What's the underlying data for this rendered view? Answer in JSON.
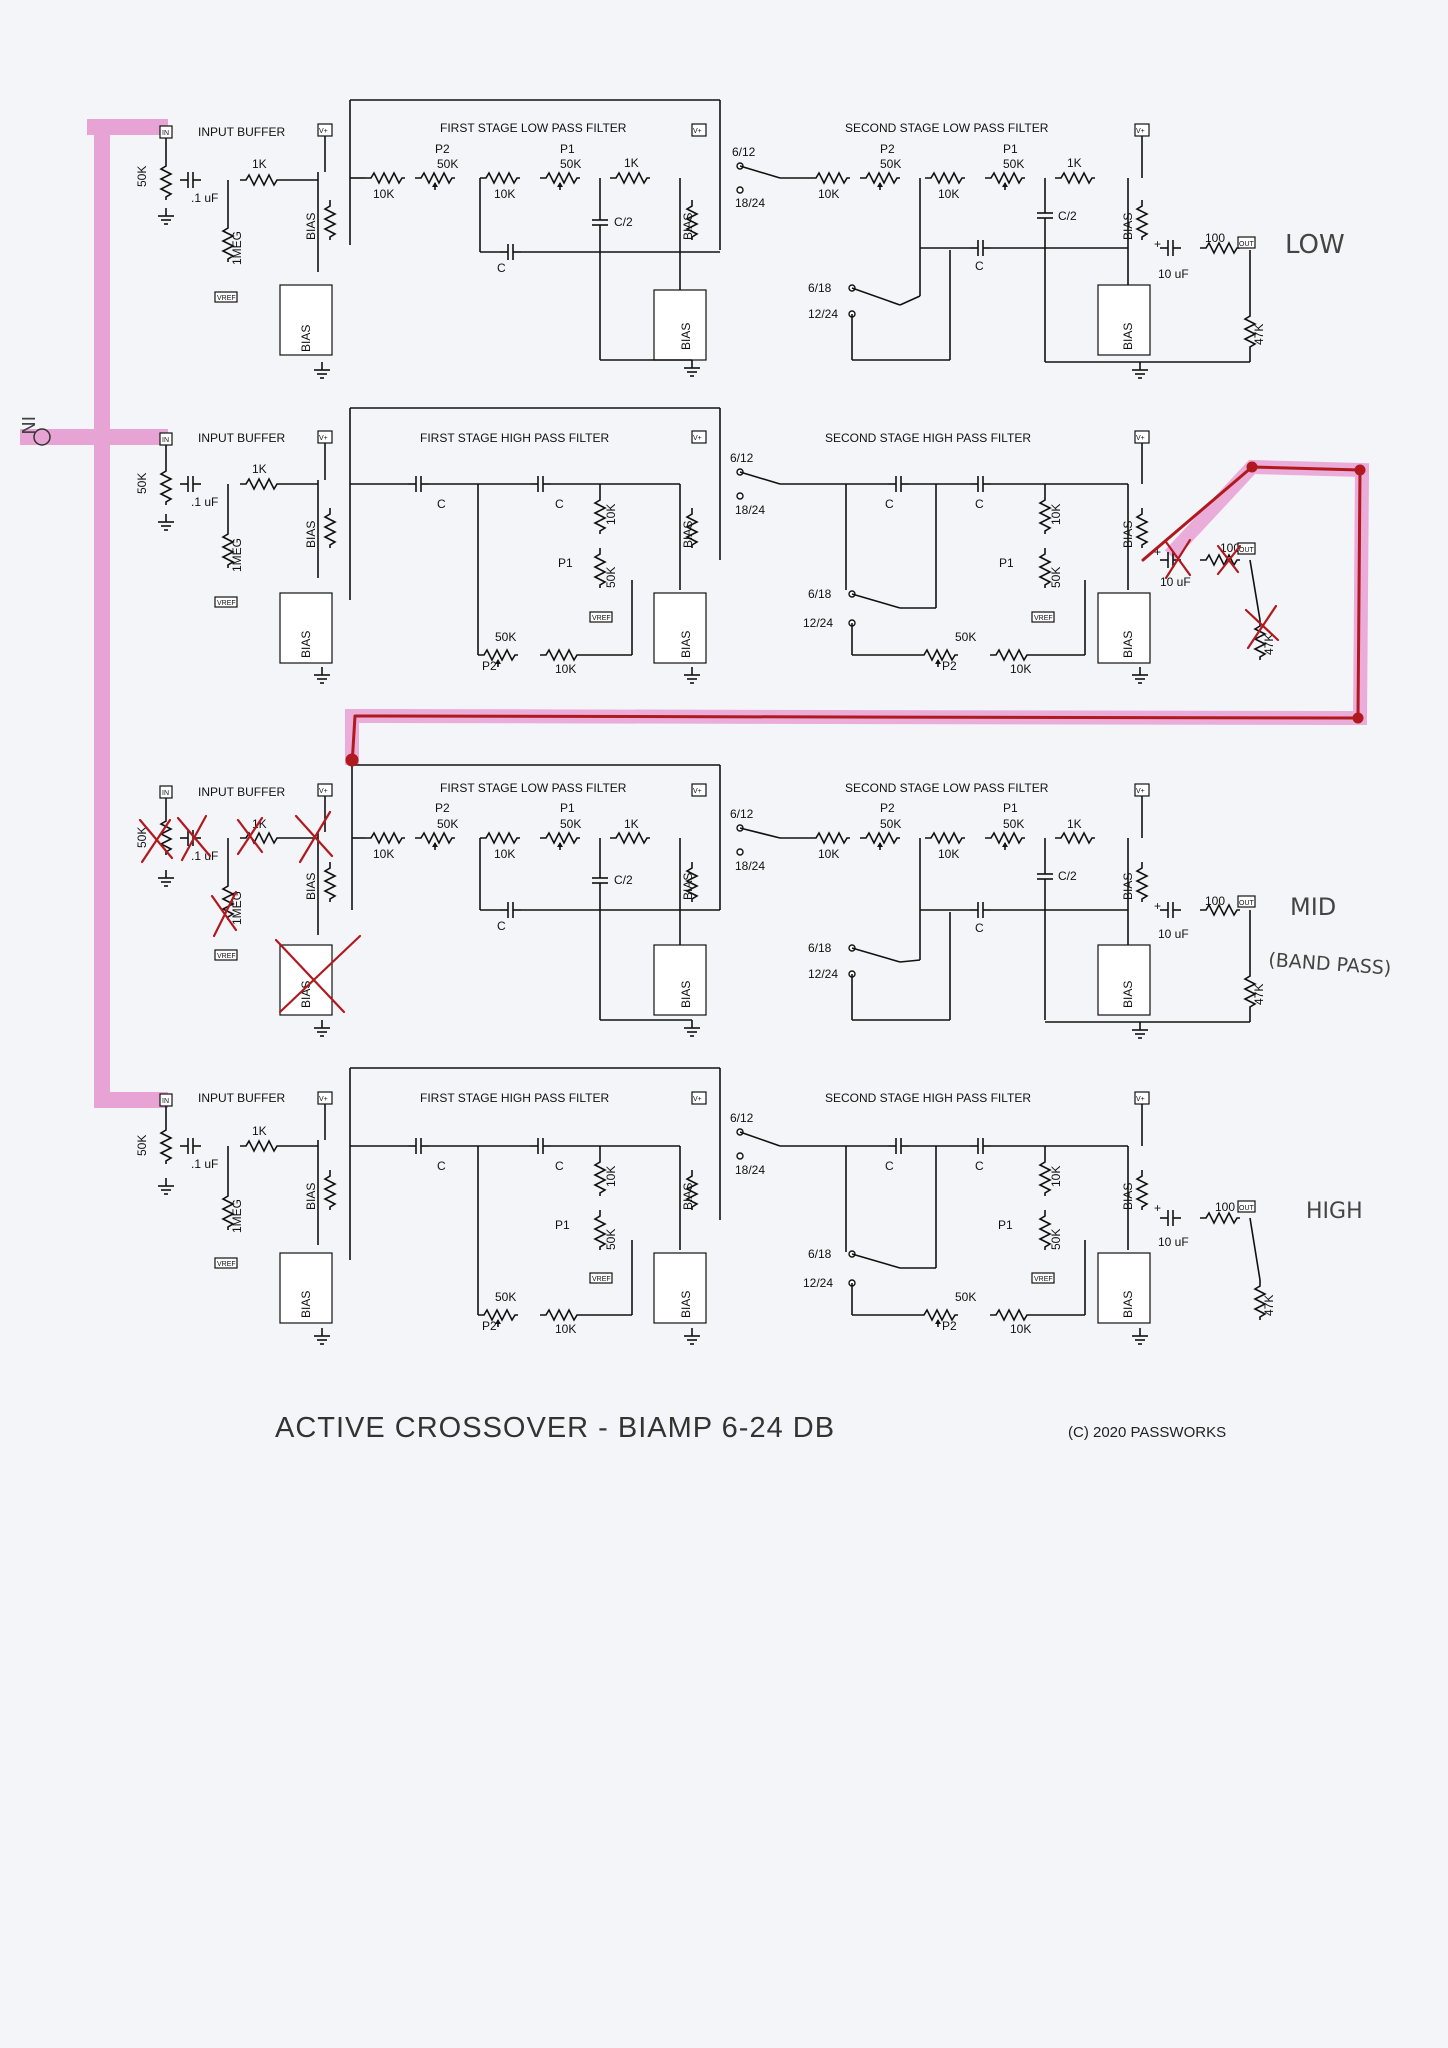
{
  "labels": {
    "in": "IN",
    "input_buffer": "INPUT BUFFER",
    "first_lp": "FIRST STAGE LOW PASS FILTER",
    "second_lp": "SECOND STAGE LOW PASS FILTER",
    "first_hp": "FIRST STAGE HIGH PASS FILTER",
    "second_hp": "SECOND STAGE HIGH PASS FILTER",
    "vplus": "V+",
    "out": "OUT",
    "vref": "VREF",
    "in_box": "IN",
    "bias": "BIAS",
    "r_50k": "50K",
    "r_1k": "1K",
    "r_10k": "10K",
    "r_1meg": "1MEG",
    "r_47k": "47K",
    "r_100": "100",
    "c_01uf": ".1 uF",
    "c_10uf": "10 uF",
    "c": "C",
    "c_half": "C/2",
    "p1": "P1",
    "p2": "P2",
    "sw_6_12": "6/12",
    "sw_18_24": "18/24",
    "sw_6_18": "6/18",
    "sw_12_24": "12/24",
    "plus": "+"
  },
  "annotations": {
    "low": "LOW",
    "mid": "MID",
    "band_pass": "(BAND PASS)",
    "high": "HIGH"
  },
  "title": "ACTIVE CROSSOVER - BIAMP 6-24 DB",
  "copyright": "(C) 2020 PASSWORKS",
  "colors": {
    "ink": "#111111",
    "highlighter": "#e79ad0",
    "red_pen": "#b0191e",
    "paper": "#f4f5f8"
  }
}
